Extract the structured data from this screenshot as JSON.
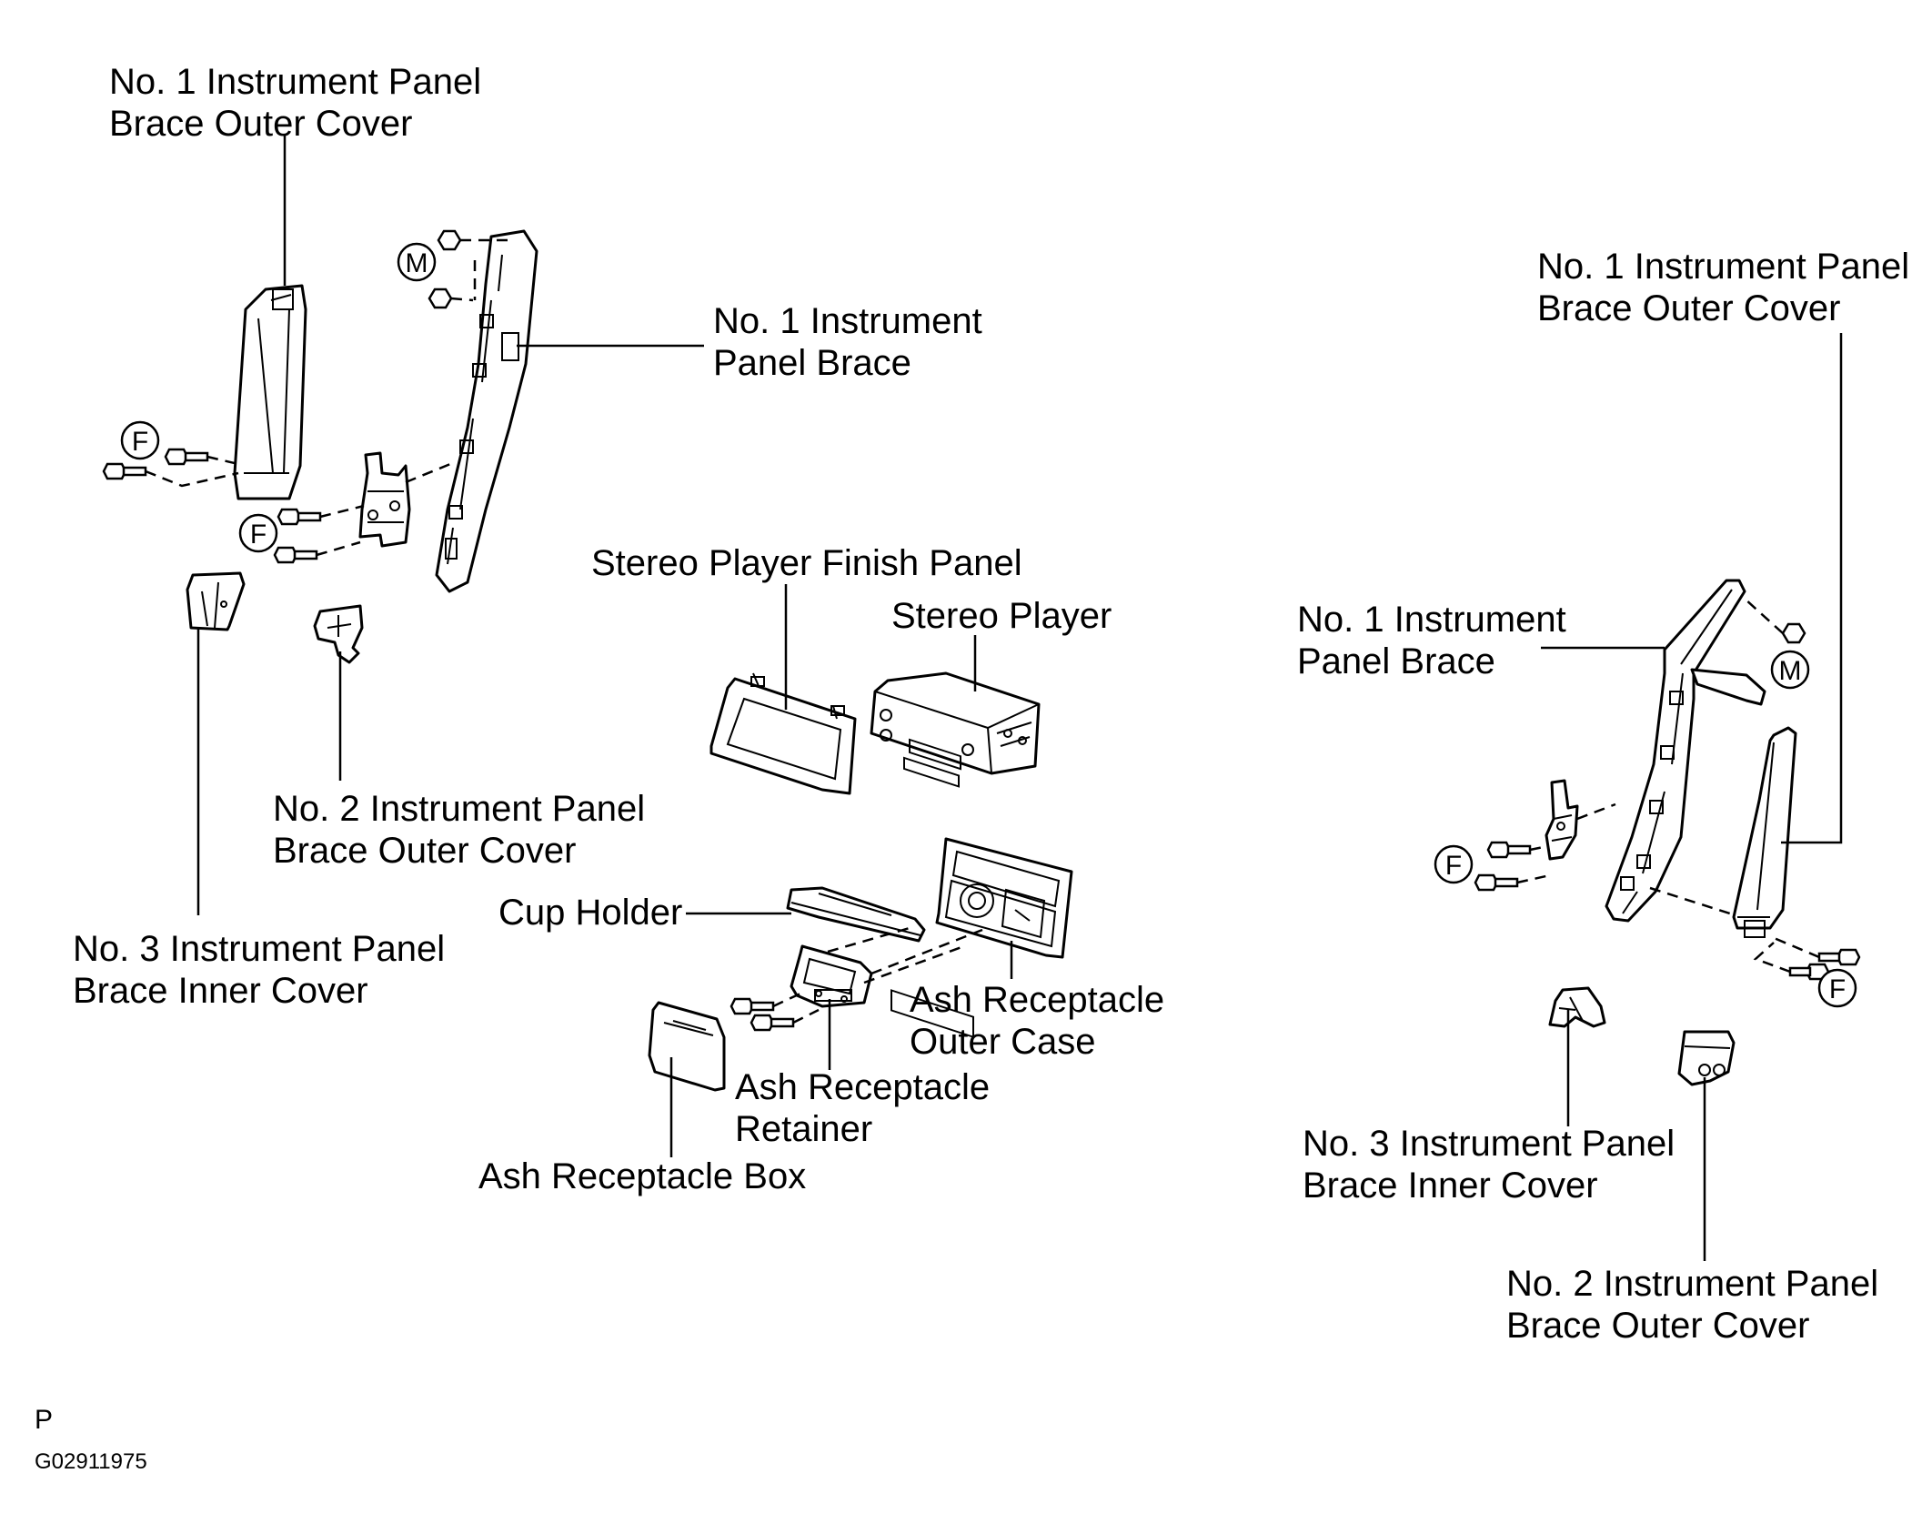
{
  "labels": {
    "l_outer_cover_1_a": "No. 1 Instrument Panel",
    "l_outer_cover_1_b": "Brace Outer Cover",
    "l_brace_1_a": "No. 1 Instrument",
    "l_brace_1_b": "Panel Brace",
    "l_outer_cover_2_a": "No. 2 Instrument Panel",
    "l_outer_cover_2_b": "Brace Outer Cover",
    "l_inner_cover_3_a": "No. 3 Instrument Panel",
    "l_inner_cover_3_b": "Brace Inner Cover",
    "stereo_finish_panel": "Stereo Player Finish Panel",
    "stereo_player": "Stereo Player",
    "cup_holder": "Cup Holder",
    "ash_outer_case_a": "Ash Receptacle",
    "ash_outer_case_b": "Outer Case",
    "ash_retainer_a": "Ash Receptacle",
    "ash_retainer_b": "Retainer",
    "ash_box": "Ash Receptacle Box",
    "r_outer_cover_1_a": "No. 1 Instrument Panel",
    "r_outer_cover_1_b": "Brace Outer Cover",
    "r_brace_1_a": "No. 1 Instrument",
    "r_brace_1_b": "Panel Brace",
    "r_inner_cover_3_a": "No. 3 Instrument Panel",
    "r_inner_cover_3_b": "Brace Inner Cover",
    "r_outer_cover_2_a": "No. 2 Instrument Panel",
    "r_outer_cover_2_b": "Brace Outer Cover"
  },
  "symbols": {
    "m": "M",
    "f": "F"
  },
  "footer": {
    "letter": "P",
    "code": "G02911975"
  }
}
